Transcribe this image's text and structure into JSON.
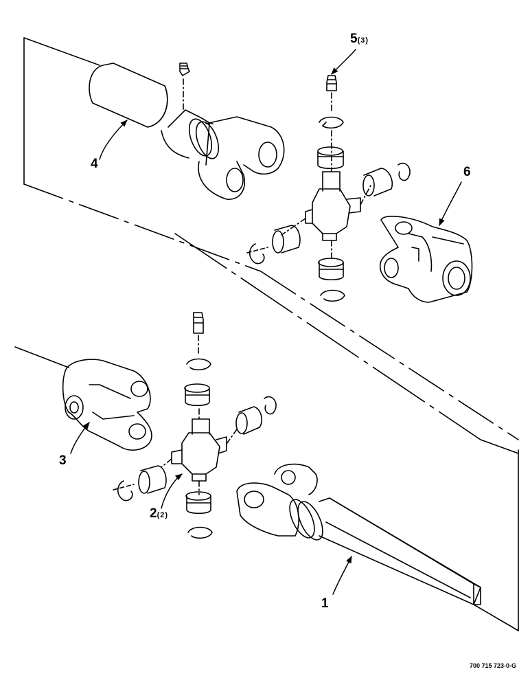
{
  "callouts": {
    "c1": {
      "num": "1",
      "qty": ""
    },
    "c2": {
      "num": "2",
      "qty": "(2)"
    },
    "c3": {
      "num": "3",
      "qty": ""
    },
    "c4": {
      "num": "4",
      "qty": ""
    },
    "c5": {
      "num": "5",
      "qty": "(3)"
    },
    "c6": {
      "num": "6",
      "qty": ""
    }
  },
  "figure_id": "700 715 723-0-G"
}
